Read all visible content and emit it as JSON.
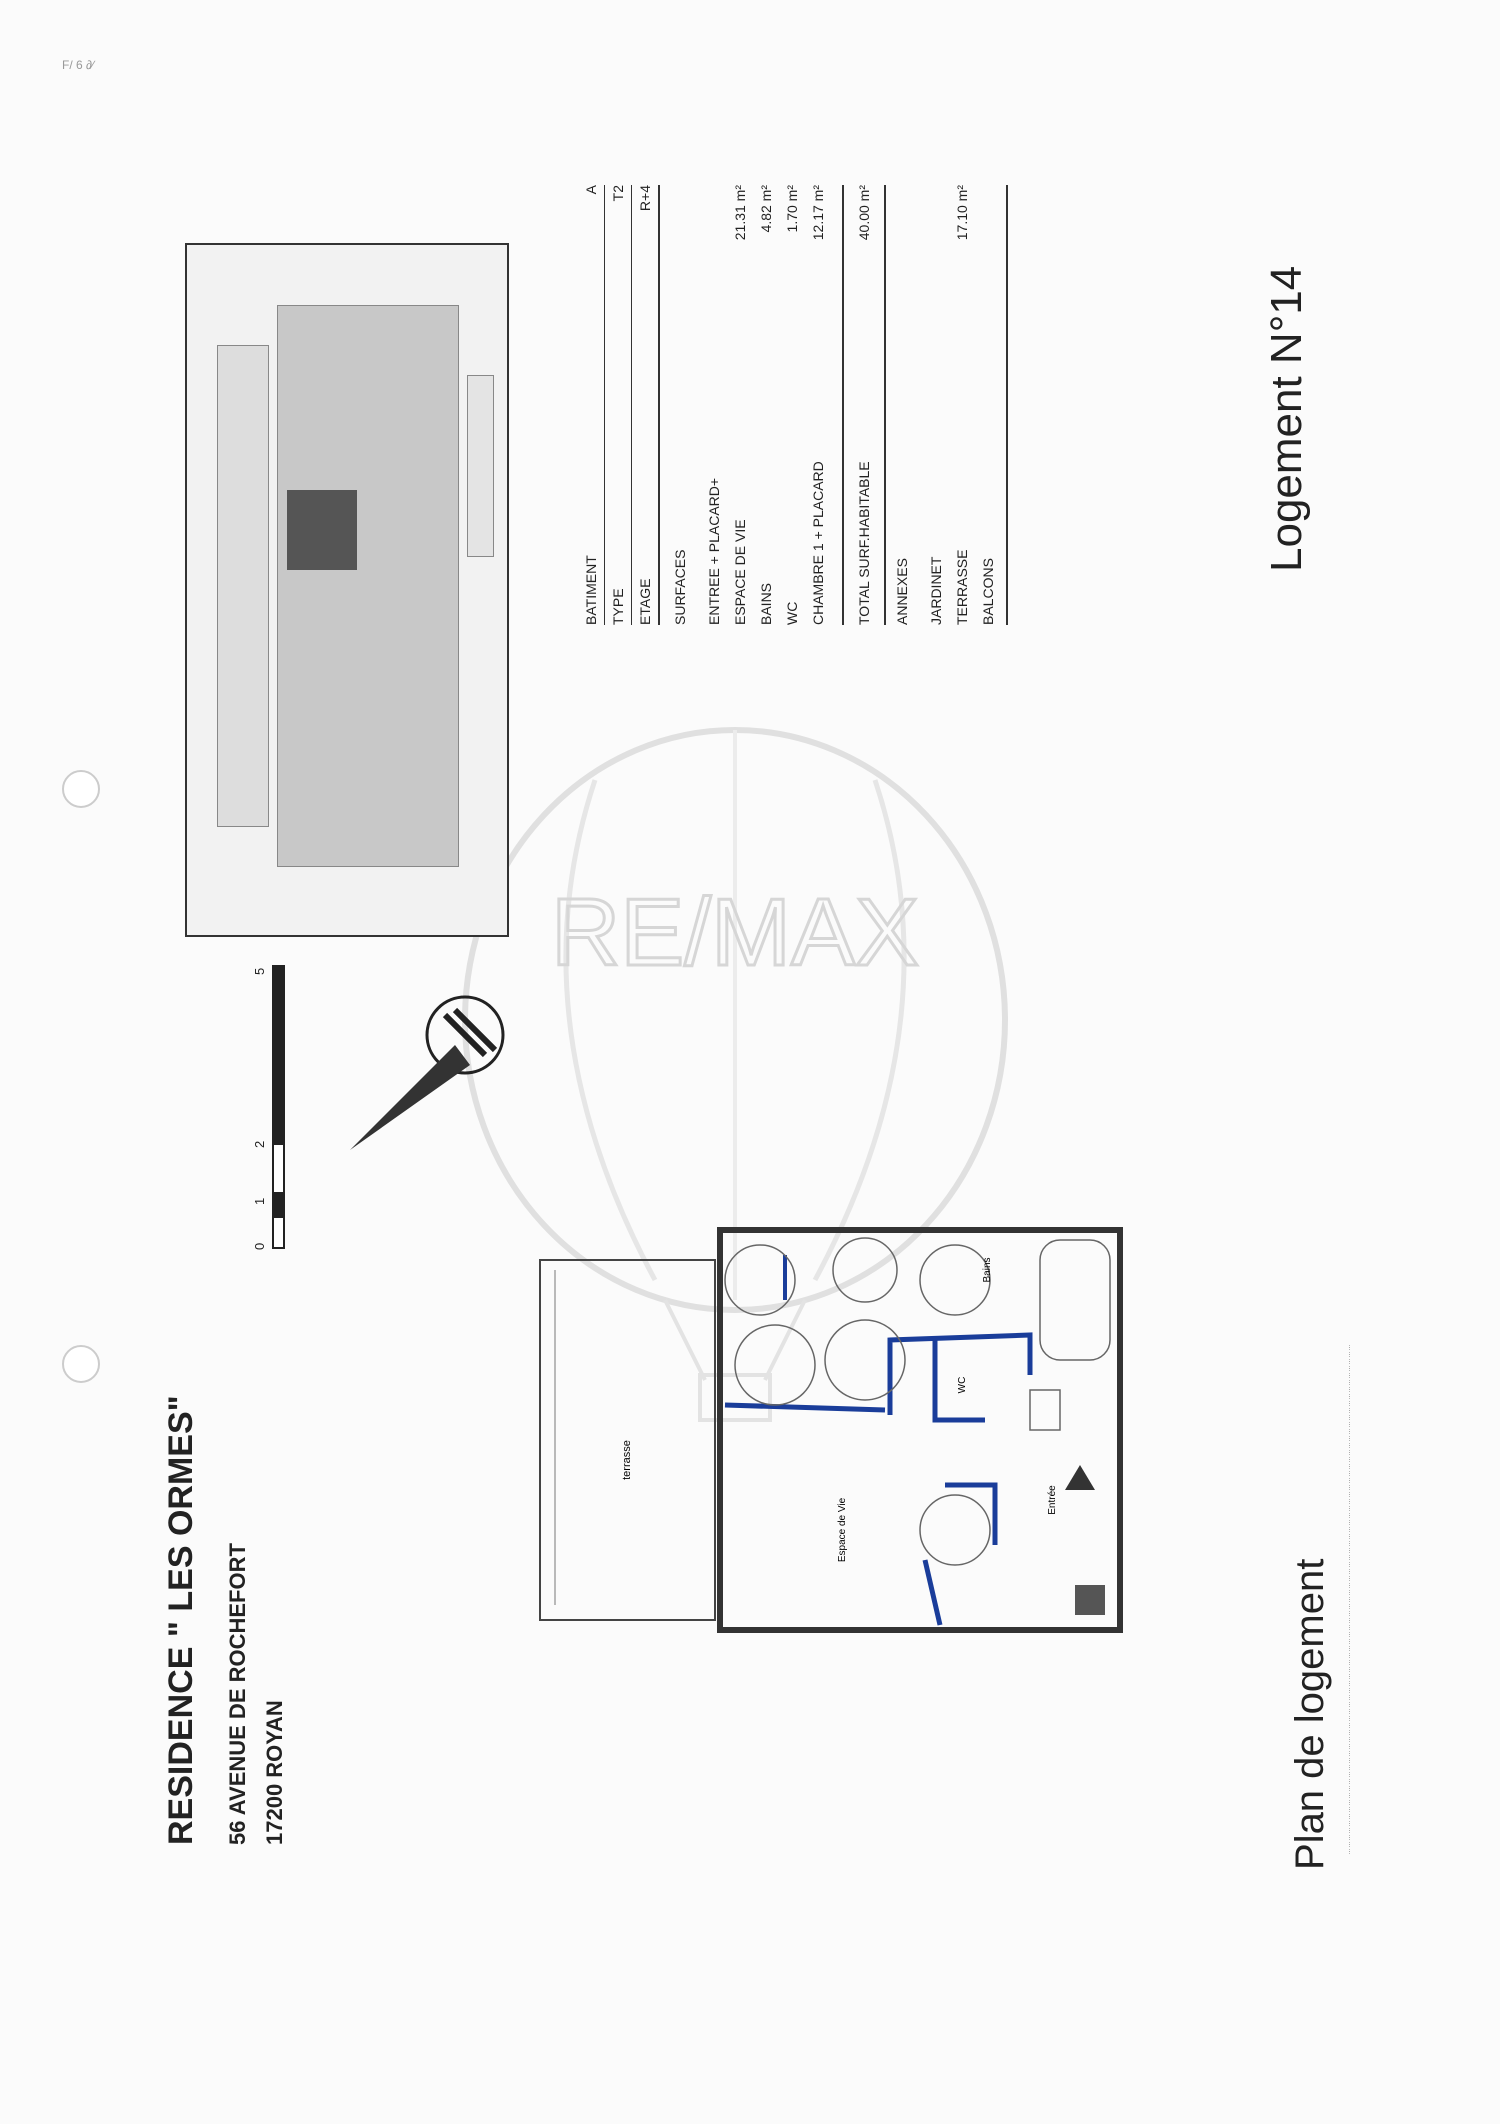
{
  "header": {
    "residence_title": "RESIDENCE \" LES ORMES\"",
    "address_line1": "56 AVENUE DE ROCHEFORT",
    "address_line2": "17200 ROYAN"
  },
  "footer_title": "Plan de logement",
  "unit_title": "Logement N°14",
  "scale": {
    "ticks": [
      "0",
      "1",
      "2",
      "5"
    ]
  },
  "info_table": {
    "rows_top": [
      {
        "label": "BATIMENT",
        "value": "A"
      },
      {
        "label": "TYPE",
        "value": "T2"
      },
      {
        "label": "ETAGE",
        "value": "R+4"
      }
    ],
    "surfaces_header": "SURFACES",
    "surfaces": [
      {
        "label": "ENTREE + PLACARD+",
        "value": ""
      },
      {
        "label": "ESPACE DE VIE",
        "value": "21.31 m²"
      },
      {
        "label": "BAINS",
        "value": "4.82 m²"
      },
      {
        "label": "WC",
        "value": "1.70 m²"
      },
      {
        "label": "CHAMBRE 1 + PLACARD",
        "value": "12.17 m²"
      }
    ],
    "total": {
      "label": "TOTAL SURF.HABITABLE",
      "value": "40.00 m²"
    },
    "annexes_header": "ANNEXES",
    "annexes": [
      {
        "label": "JARDINET",
        "value": ""
      },
      {
        "label": "TERRASSE",
        "value": "17.10 m²"
      },
      {
        "label": "BALCONS",
        "value": ""
      }
    ]
  },
  "floorplan_labels": {
    "terrace": "terrasse",
    "living": "Espace de Vie",
    "entry": "Entrée",
    "wc": "WC",
    "bath": "Bains"
  },
  "watermark_text": "RE/MAX",
  "scan_mark": "F/ 6     ∂∕"
}
